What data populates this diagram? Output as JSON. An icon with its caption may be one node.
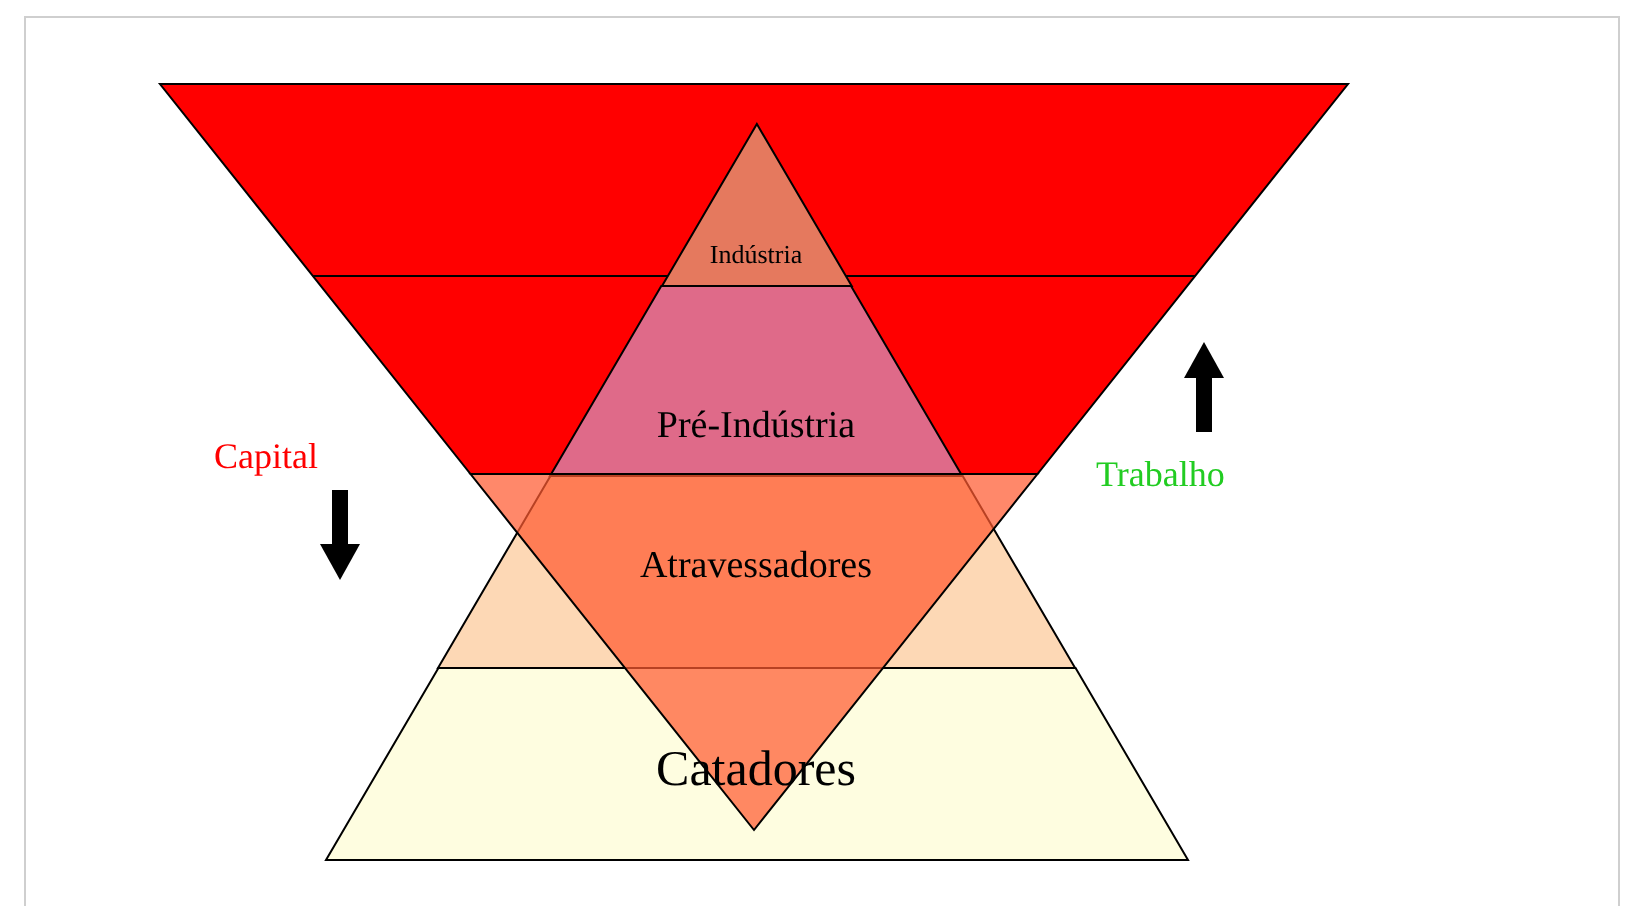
{
  "diagram": {
    "nodes": [
      {
        "text": [
          "Indústria"
        ]
      },
      {
        "text": [
          "Pré-Indústria"
        ]
      },
      {
        "text": [
          "Atravessadores"
        ]
      },
      {
        "text": [
          "Catadores"
        ]
      }
    ],
    "labels": [
      "Capital",
      "Trabalho"
    ]
  }
}
